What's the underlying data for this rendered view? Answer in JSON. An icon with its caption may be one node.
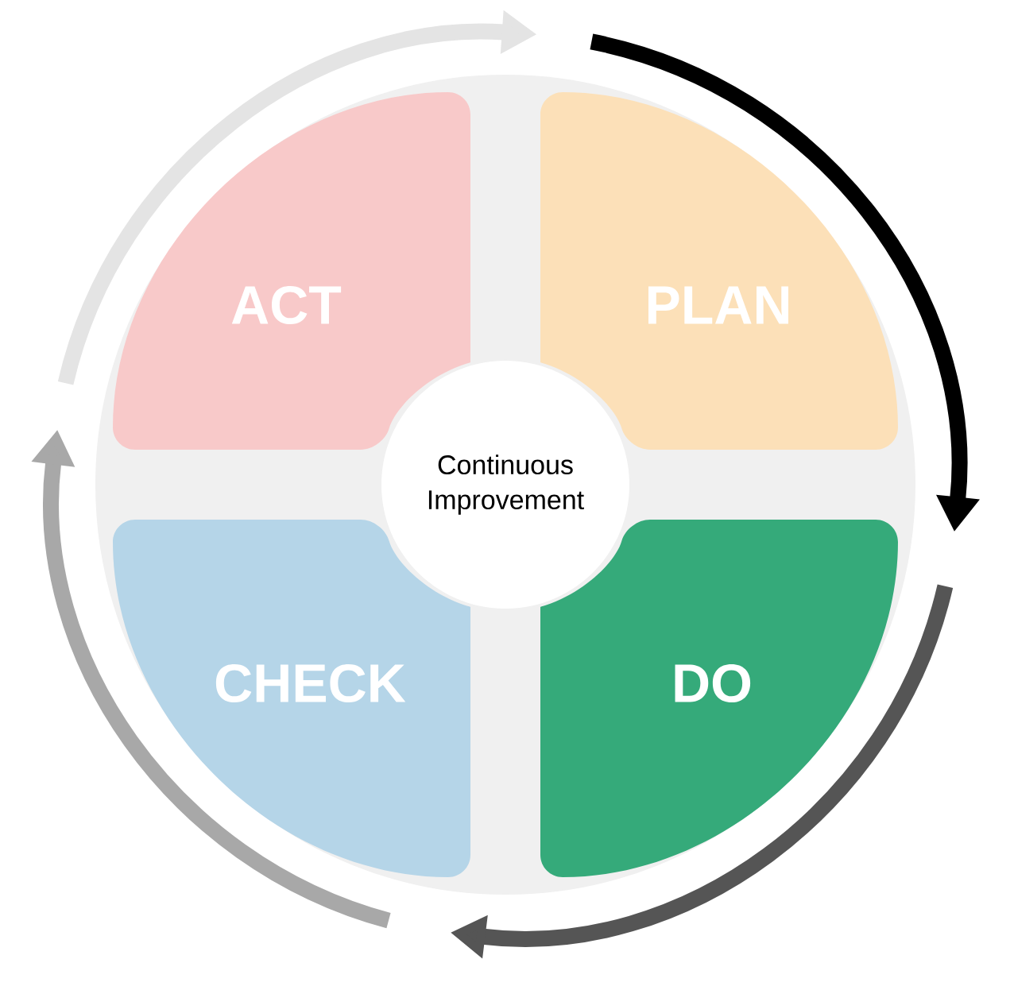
{
  "diagram": {
    "nodes": [
      {
        "text": [
          "ACT"
        ]
      },
      {
        "text": [
          "PLAN"
        ]
      },
      {
        "text": [
          "Continuous Improvement"
        ]
      },
      {
        "text": [
          "CHECK"
        ]
      },
      {
        "text": [
          "DO"
        ]
      }
    ],
    "edges": [
      {
        "from": 0,
        "to": 1,
        "arrow": "to",
        "color": "#e4e4e4"
      },
      {
        "from": 1,
        "to": 4,
        "arrow": "to",
        "color": "#000000"
      },
      {
        "from": 4,
        "to": 3,
        "arrow": "to",
        "color": "#555555"
      },
      {
        "from": 3,
        "to": 0,
        "arrow": "to",
        "color": "#a8a8a8"
      }
    ]
  }
}
